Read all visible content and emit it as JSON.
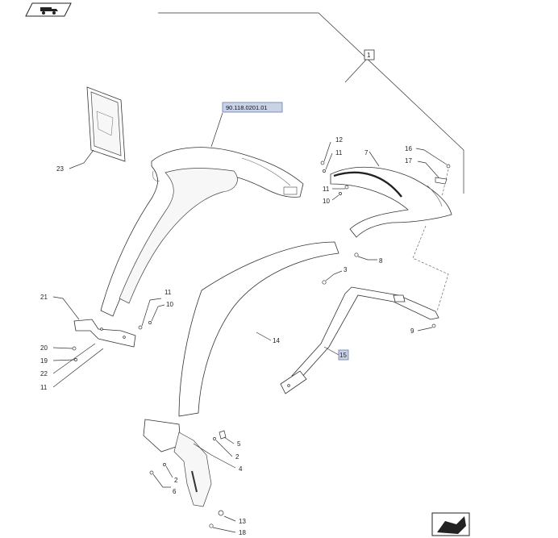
{
  "diagram": {
    "callouts": {
      "c1": "1",
      "c2a": "2",
      "c2b": "2",
      "c3": "3",
      "c4": "4",
      "c5": "5",
      "c6": "6",
      "c7": "7",
      "c8": "8",
      "c9": "9",
      "c10a": "10",
      "c10b": "10",
      "c11a": "11",
      "c11b": "11",
      "c11c": "11",
      "c11d": "11",
      "c12": "12",
      "c13": "13",
      "c14": "14",
      "c15": "15",
      "c16": "16",
      "c17": "17",
      "c18": "18",
      "c19": "19",
      "c20": "20",
      "c21": "21",
      "c22": "22",
      "c23": "23"
    },
    "reference_tag": "90.118.0201.01"
  }
}
